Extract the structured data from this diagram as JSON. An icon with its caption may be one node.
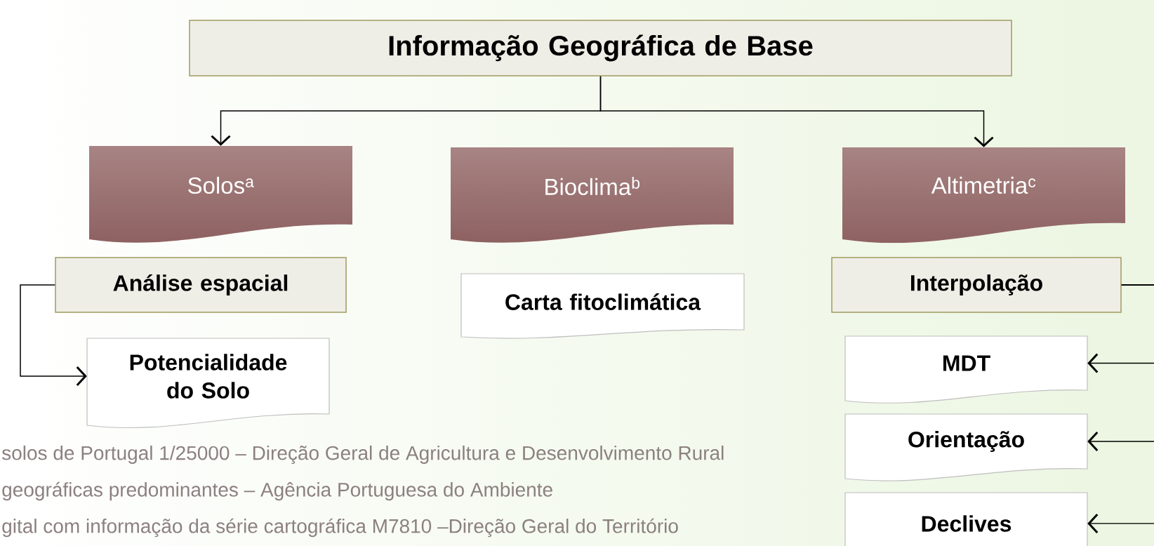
{
  "diagram": {
    "nodes": [
      {
        "text": [
          "Informação Geográfica de Base"
        ]
      },
      {
        "text": [
          "Solos$^{a}$"
        ]
      },
      {
        "text": [
          "Bioclima$^{b}$"
        ]
      },
      {
        "text": [
          "Altimetria$^{c}$"
        ]
      },
      {
        "text": [
          "Análise espacial"
        ]
      },
      {
        "text": [
          "Potencialidade do Solo"
        ]
      },
      {
        "text": [
          "Carta fitoclimática"
        ]
      },
      {
        "text": [
          "Interpolação"
        ]
      },
      {
        "text": [
          "MDT"
        ]
      },
      {
        "text": [
          "Orientação"
        ]
      },
      {
        "text": [
          "Declives"
        ]
      }
    ],
    "edges": [
      {
        "from": 0,
        "to": 1,
        "arrow": "to"
      },
      {
        "from": 0,
        "to": 3,
        "arrow": "to"
      },
      {
        "from": 4,
        "to": 5,
        "arrow": "to"
      },
      {
        "from": 7,
        "to": 8,
        "arrow": "to"
      },
      {
        "from": 7,
        "to": 9,
        "arrow": "to"
      },
      {
        "from": 7,
        "to": 10,
        "arrow": "to"
      }
    ],
    "labels": [
      "solos de Portugal 1/25000 – Direção Geral de Agricultura e Desenvolvimento Rural",
      "geográficas predominantes – Agência Portuguesa do Ambiente",
      "gital com informação da série cartográfica M7810 –Direção Geral do Território"
    ]
  }
}
